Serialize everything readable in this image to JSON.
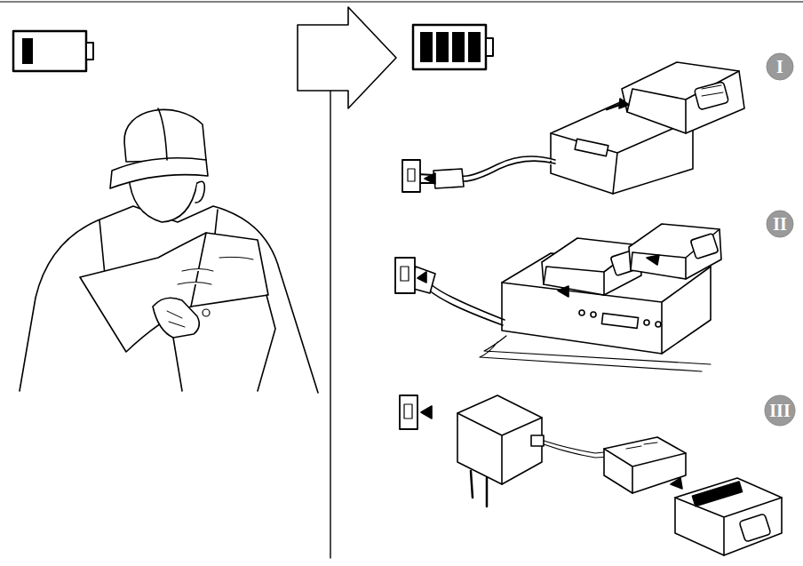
{
  "diagram": {
    "nodes": [
      {
        "text": [
          "I"
        ]
      },
      {
        "text": [
          "II"
        ]
      },
      {
        "text": [
          "III"
        ]
      }
    ]
  }
}
